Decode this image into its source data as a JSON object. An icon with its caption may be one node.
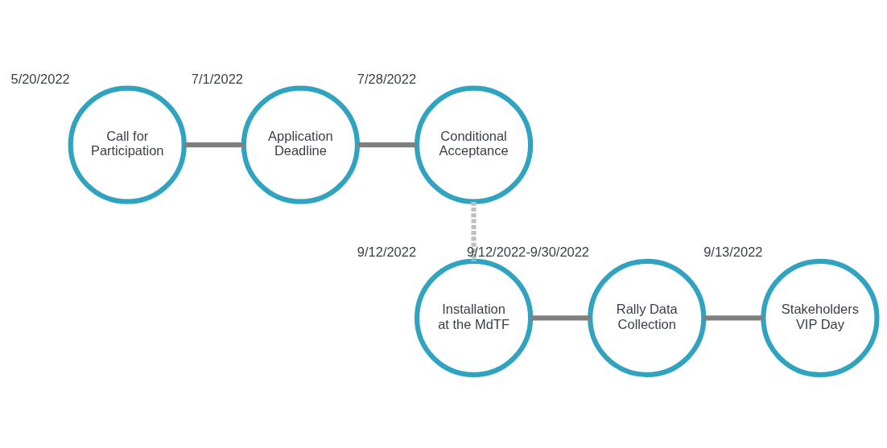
{
  "diagram": {
    "nodes": [
      {
        "text": [
          "Call for Participation"
        ],
        "beside": [
          "5/20/2022"
        ]
      },
      {
        "text": [
          "Application Deadline"
        ],
        "beside": [
          "7/1/2022"
        ]
      },
      {
        "text": [
          "Conditional Acceptance"
        ],
        "beside": [
          "7/28/2022"
        ]
      },
      {
        "text": [
          "Installation at the MdTF"
        ],
        "beside": [
          "9/12/2022"
        ]
      },
      {
        "text": [
          "Rally Data Collection"
        ],
        "beside": [
          "9/12/2022-9/30/2022"
        ]
      },
      {
        "text": [
          "Stakeholders VIP Day"
        ],
        "beside": [
          "9/13/2022"
        ]
      }
    ],
    "edges": [
      {
        "from": 0,
        "to": 1,
        "arrow": "none"
      },
      {
        "from": 1,
        "to": 2,
        "arrow": "none"
      },
      {
        "from": 2,
        "to": 3,
        "arrow": "none",
        "style": "dashed",
        "color": "#c0c0c0"
      },
      {
        "from": 3,
        "to": 4,
        "arrow": "none"
      },
      {
        "from": 4,
        "to": 5,
        "arrow": "none"
      }
    ]
  }
}
